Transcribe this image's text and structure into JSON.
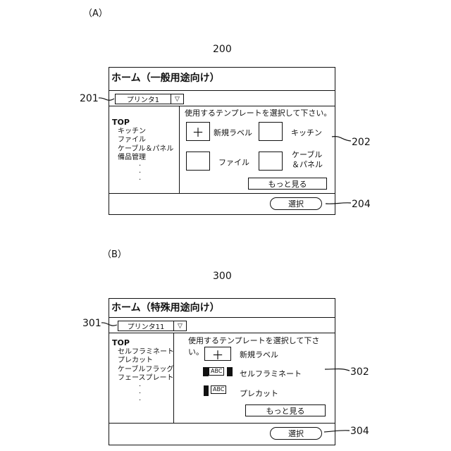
{
  "figure_a": {
    "tag": "（A）",
    "ref_number": "200",
    "title": "ホーム（一般用途向け）",
    "printer_ref": "201",
    "printer": "プリンタ1",
    "dropdown_arrow": "▽",
    "nav": {
      "top": "TOP",
      "items": [
        "キッチン",
        "ファイル",
        "ケーブル＆パネル",
        "備品管理"
      ]
    },
    "instruction": "使用するテンプレートを選択して下さい。",
    "templates": {
      "plus": "＋",
      "new_label": "新規ラベル",
      "kitchen": "キッチン",
      "file": "ファイル",
      "cable_1": "ケーブル",
      "cable_2": "＆パネル"
    },
    "templates_ref": "202",
    "more": "もっと見る",
    "select": "選択",
    "select_ref": "204"
  },
  "figure_b": {
    "tag": "（B）",
    "ref_number": "300",
    "title": "ホーム（特殊用途向け）",
    "printer_ref": "301",
    "printer": "プリンタ11",
    "dropdown_arrow": "▽",
    "nav": {
      "top": "TOP",
      "items": [
        "セルフラミネート",
        "プレカット",
        "ケーブルフラッグ",
        "フェースプレート"
      ]
    },
    "instruction": "使用するテンプレートを選択して下さい。",
    "templates": {
      "plus": "＋",
      "new_label": "新規ラベル",
      "self_laminate": "セルフラミネート",
      "precut": "プレカット",
      "abc_1": "ABC",
      "abc_2": "ABC"
    },
    "templates_ref": "302",
    "more": "もっと見る",
    "select": "選択",
    "select_ref": "304"
  }
}
